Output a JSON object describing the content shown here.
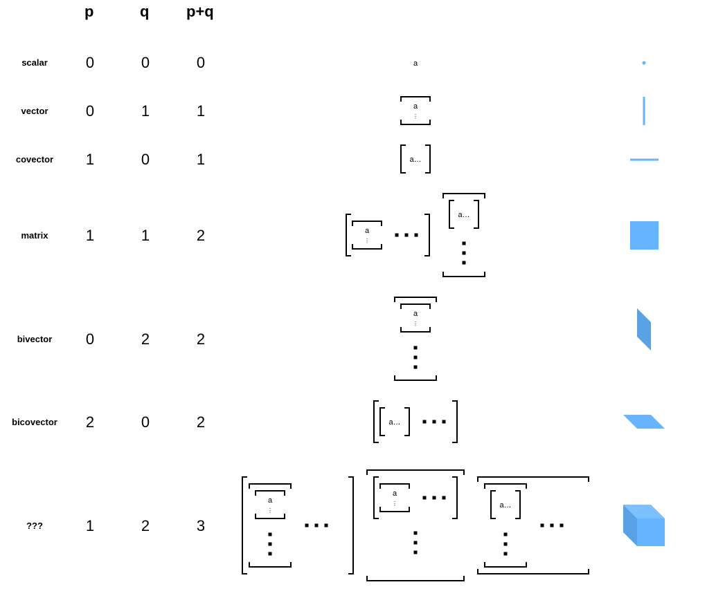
{
  "headers": {
    "p": "p",
    "q": "q",
    "pq": "p+q"
  },
  "rows": [
    {
      "name": "scalar",
      "p": "0",
      "q": "0",
      "pq": "0"
    },
    {
      "name": "vector",
      "p": "0",
      "q": "1",
      "pq": "1"
    },
    {
      "name": "covector",
      "p": "1",
      "q": "0",
      "pq": "1"
    },
    {
      "name": "matrix",
      "p": "1",
      "q": "1",
      "pq": "2"
    },
    {
      "name": "bivector",
      "p": "0",
      "q": "2",
      "pq": "2"
    },
    {
      "name": "bicovector",
      "p": "2",
      "q": "0",
      "pq": "2"
    },
    {
      "name": "???",
      "p": "1",
      "q": "2",
      "pq": "3"
    }
  ],
  "glyphs": {
    "element": "a",
    "row_element": "a…",
    "vdots": "⋮"
  },
  "colors": {
    "shape_fill": "#66b3ff",
    "shape_dark": "#5aa2e6",
    "shape_light": "#7cc0ff"
  }
}
